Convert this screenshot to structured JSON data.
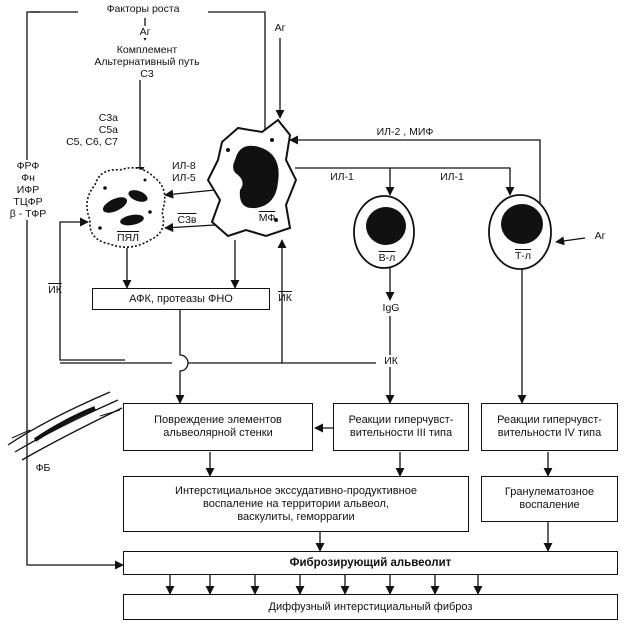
{
  "labels": {
    "growth_factors": "Факторы роста",
    "ag_top": "Аг",
    "complement": "Комплемент\nАльтернативный путь\nC3",
    "ag_mf": "Аг",
    "c3a_c5a": "C3a\nC5a\nC5, C6, C7",
    "fibro_factors": "ФРФ\nФн\nИФР\nТЦФР\nβ - ТФР",
    "il8_il5": "ИЛ-8\nИЛ-5",
    "c3v": "C3в",
    "il2_mif": "ИЛ-2 ,  МИФ",
    "il1_b": "ИЛ-1",
    "il1_t": "ИЛ-1",
    "ag_t": "Аг",
    "ik_left": "ИК",
    "ik_mid": "ИК",
    "ik_bottom": "ИК",
    "igg": "IgG",
    "cell_pyal": "ПЯЛ",
    "cell_mf": "МФ",
    "cell_b": "В-л",
    "cell_t": "Т-л",
    "fb": "ФБ"
  },
  "boxes": {
    "afk": "АФК, протеазы  ФНО",
    "damage": "Повреждение элементов\nальвеолярной стенки",
    "hyper3": "Реакции гиперчувст-\nвительности  III типа",
    "hyper4": "Реакции гиперчувст-\nвительности  IV типа",
    "inflammation": "Интерстициальное экссудативно-продуктивное\nвоспаление на территории альвеол,\nваскулиты, геморрагии",
    "granuloma": "Гранулематозное\nвоспаление",
    "alveolitis": "Фиброзирующий альвеолит",
    "fibrosis": "Диффузный интерстициальный фиброз"
  }
}
